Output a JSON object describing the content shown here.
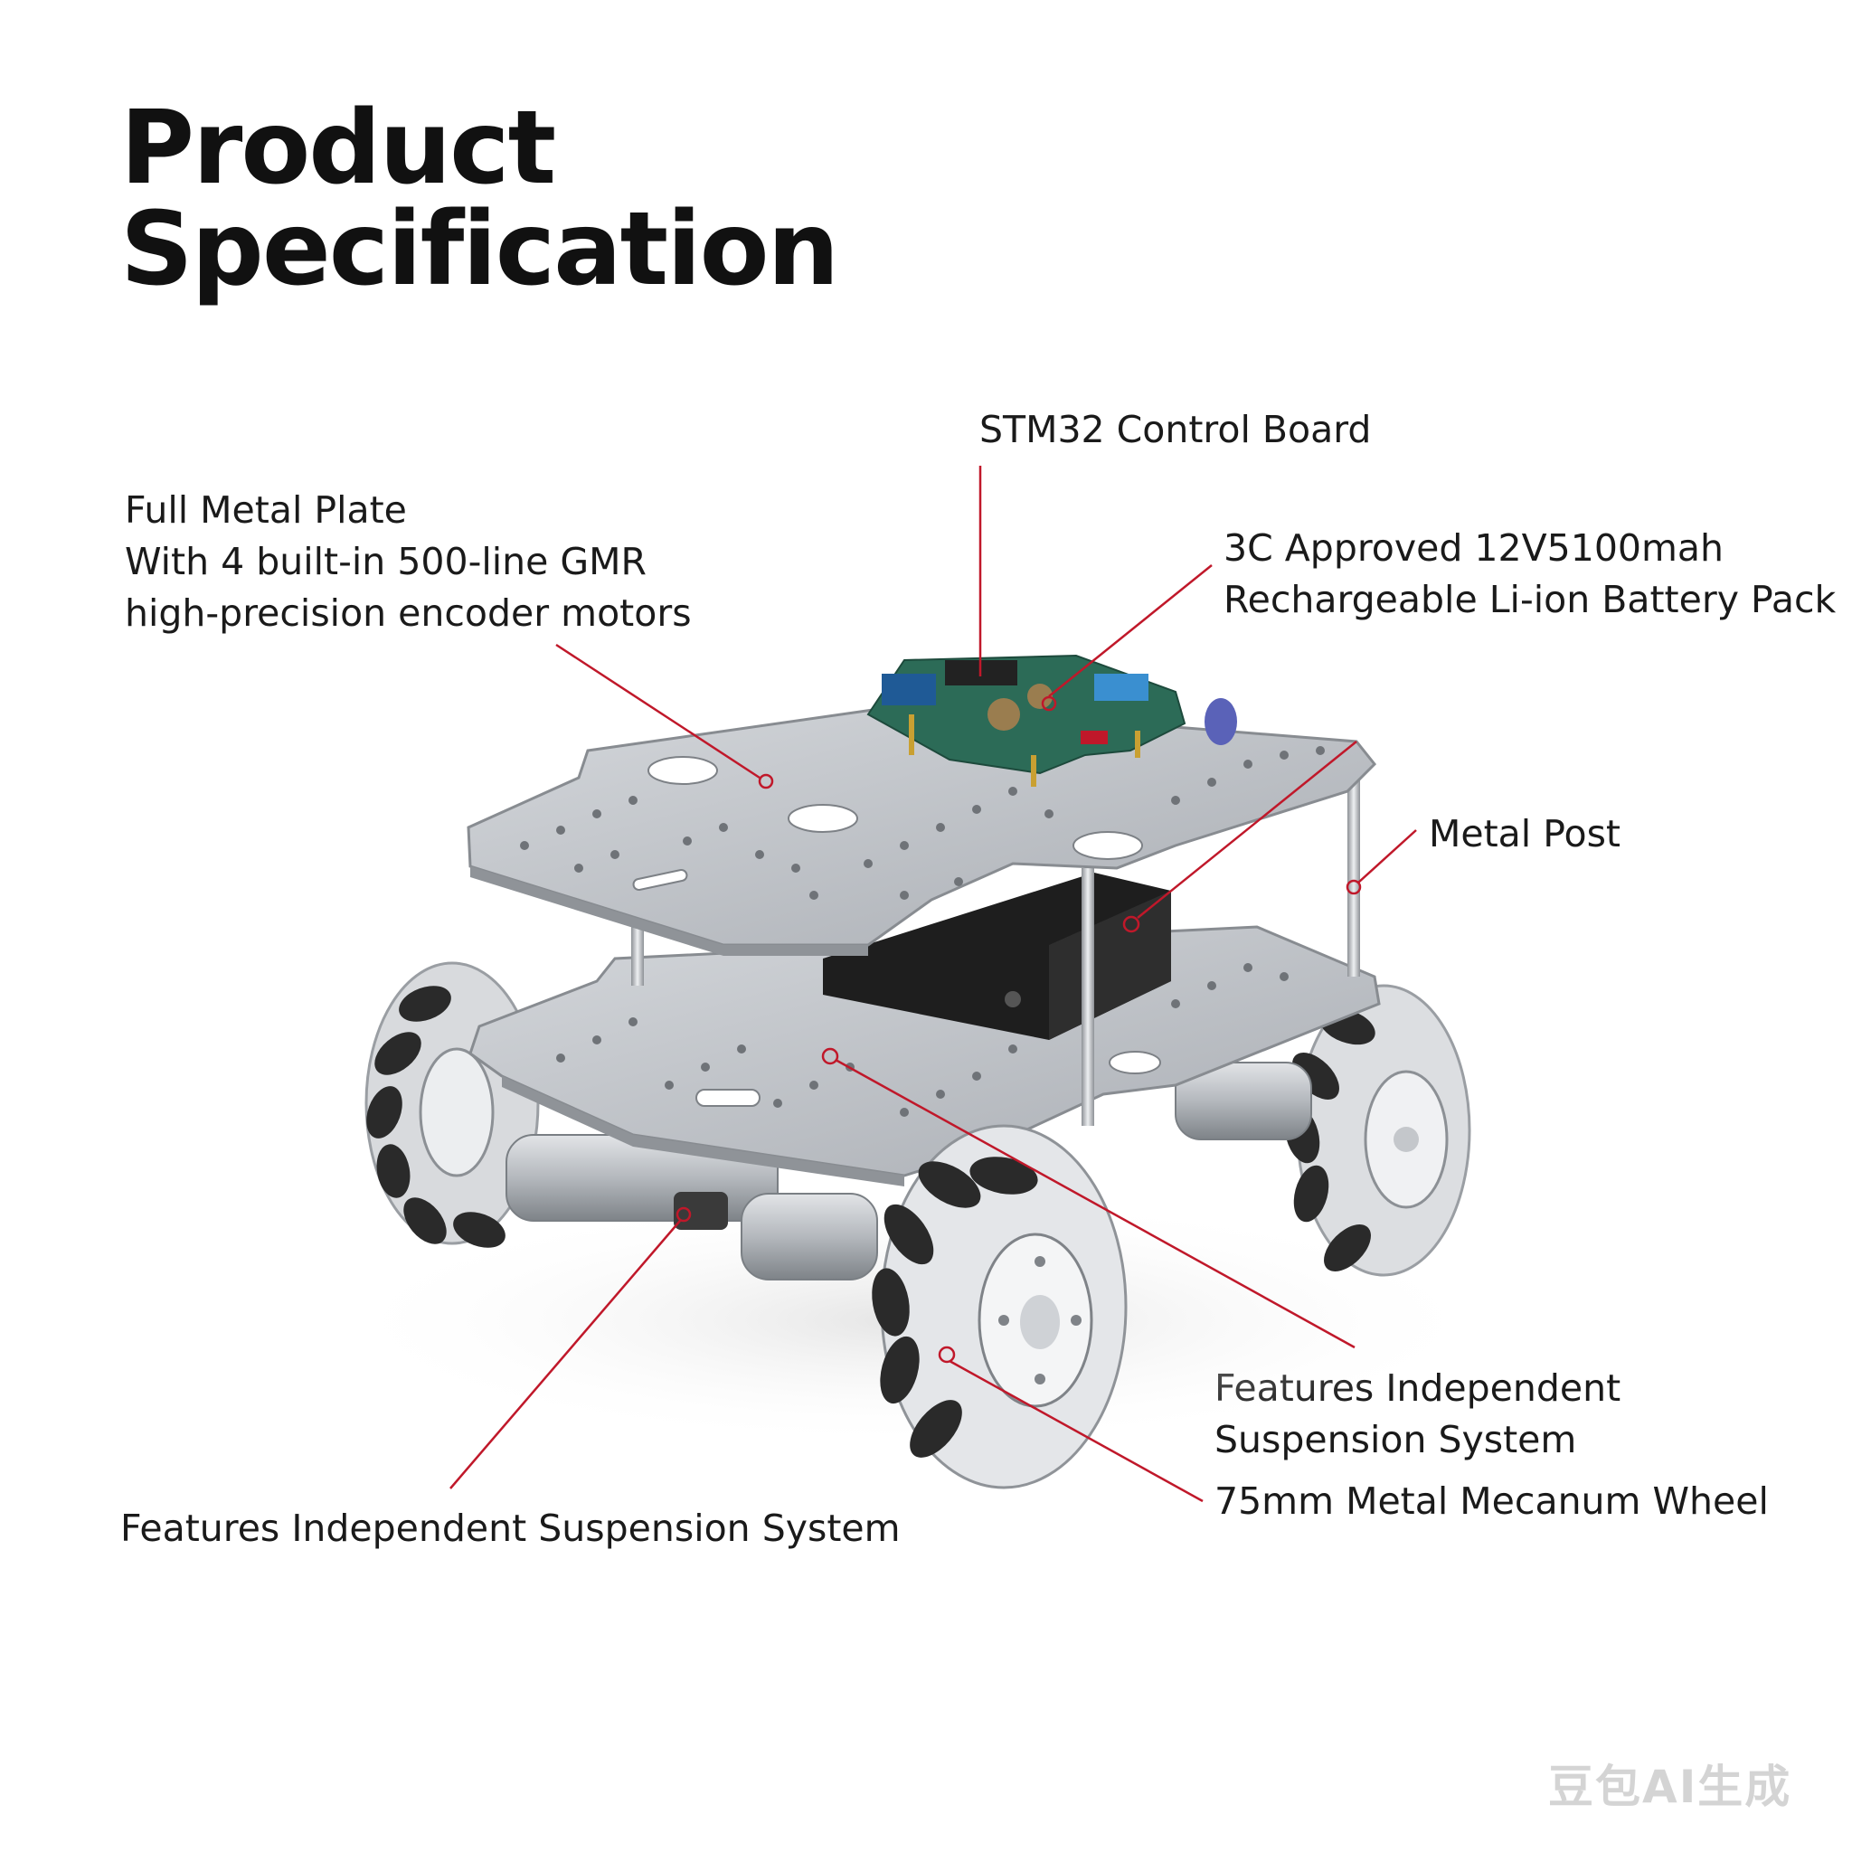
{
  "title": {
    "line1": "Product",
    "line2": "Specification"
  },
  "callouts": {
    "plate": {
      "line1": "Full Metal Plate",
      "line2": "With 4 built-in 500-line GMR",
      "line3": "high-precision encoder motors"
    },
    "board": {
      "line1": "STM32 Control Board"
    },
    "battery": {
      "line1": "3C Approved 12V5100mah",
      "line2": "Rechargeable Li-ion Battery Pack"
    },
    "post": {
      "line1": "Metal Post"
    },
    "suspension_right": {
      "line1": "Features Independent",
      "line2": "Suspension System"
    },
    "wheel": {
      "line1": "75mm Metal Mecanum Wheel"
    },
    "suspension_left": {
      "line1": "Features Independent Suspension System"
    }
  },
  "watermark": "豆包AI生成",
  "colors": {
    "leader": "#c0182a",
    "plate": "#b9bcc1",
    "roller": "#2a2a2a",
    "board": "#2c6b57"
  }
}
